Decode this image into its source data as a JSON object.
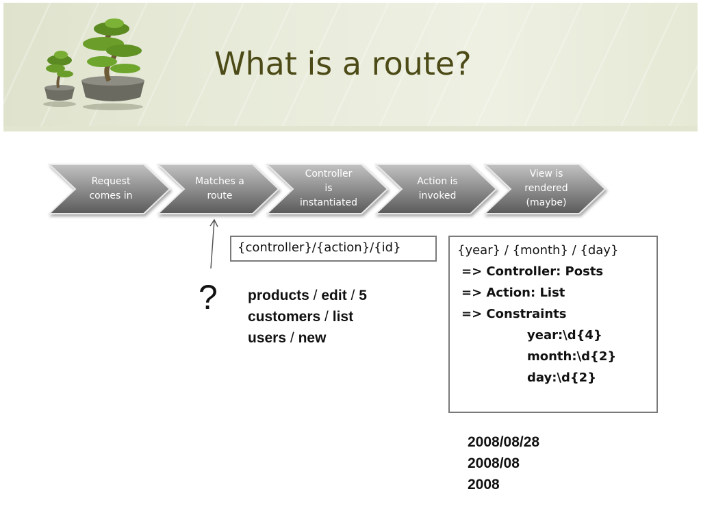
{
  "slide": {
    "title": "What is a route?"
  },
  "flow": {
    "steps": [
      {
        "lines": [
          "Request",
          "comes in"
        ]
      },
      {
        "lines": [
          "Matches a",
          "route"
        ]
      },
      {
        "lines": [
          "Controller",
          "is",
          "instantiated"
        ]
      },
      {
        "lines": [
          "Action is",
          "invoked"
        ]
      },
      {
        "lines": [
          "View is",
          "rendered",
          "(maybe)"
        ]
      }
    ]
  },
  "question_mark": "?",
  "route_pattern": "{controller}/{action}/{id}",
  "examples": [
    {
      "a": "products",
      "b": "edit",
      "c": "5"
    },
    {
      "a": "customers",
      "b": "list"
    },
    {
      "a": "users",
      "b": "new"
    }
  ],
  "separator": " / ",
  "custom_route": {
    "pattern": "{year} / {month} / {day}",
    "controller": "=> Controller:  Posts",
    "action": "=> Action: List",
    "constraints_label": "=> Constraints",
    "constraints": [
      "year:\\d{4}",
      "month:\\d{2}",
      "day:\\d{2}"
    ]
  },
  "dates": [
    "2008/08/28",
    "2008/08",
    "2008"
  ],
  "colors": {
    "title": "#4c4a16",
    "chevron_top": "#b3b3b3",
    "chevron_bottom": "#5f5f5f"
  }
}
